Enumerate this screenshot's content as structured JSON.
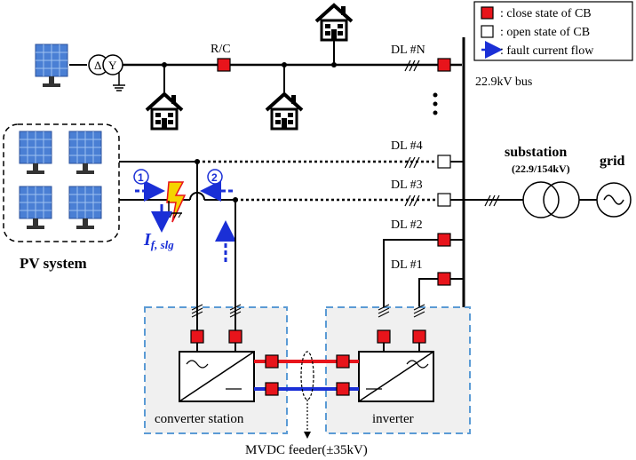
{
  "legend": {
    "close_cb": ": close state of CB",
    "open_cb": ": open state of CB",
    "fault_flow": ": fault current flow"
  },
  "labels": {
    "rc": "R/C",
    "dln": "DL #N",
    "dl4": "DL #4",
    "dl3": "DL #3",
    "dl2": "DL #2",
    "dl1": "DL #1",
    "bus": "22.9kV bus",
    "substation": "substation",
    "substation_rating": "(22.9/154kV)",
    "grid": "grid",
    "pv_system": "PV system",
    "fault_current_main": "I",
    "fault_current_sub": "f, slg",
    "circle1": "1",
    "circle2": "2",
    "converter_station": "converter  station",
    "inverter": "inverter",
    "mvdc_feeder": "MVDC feeder(±35kV)",
    "transformer_left": "Δ",
    "transformer_right": "Y"
  },
  "colors": {
    "close_cb": "#e8141b",
    "open_cb": "#ffffff",
    "fault_arrow": "#1a2fd6",
    "dc_positive": "#e8141b",
    "dc_negative": "#1a2fd6",
    "station_box": "#5b9bd5"
  }
}
